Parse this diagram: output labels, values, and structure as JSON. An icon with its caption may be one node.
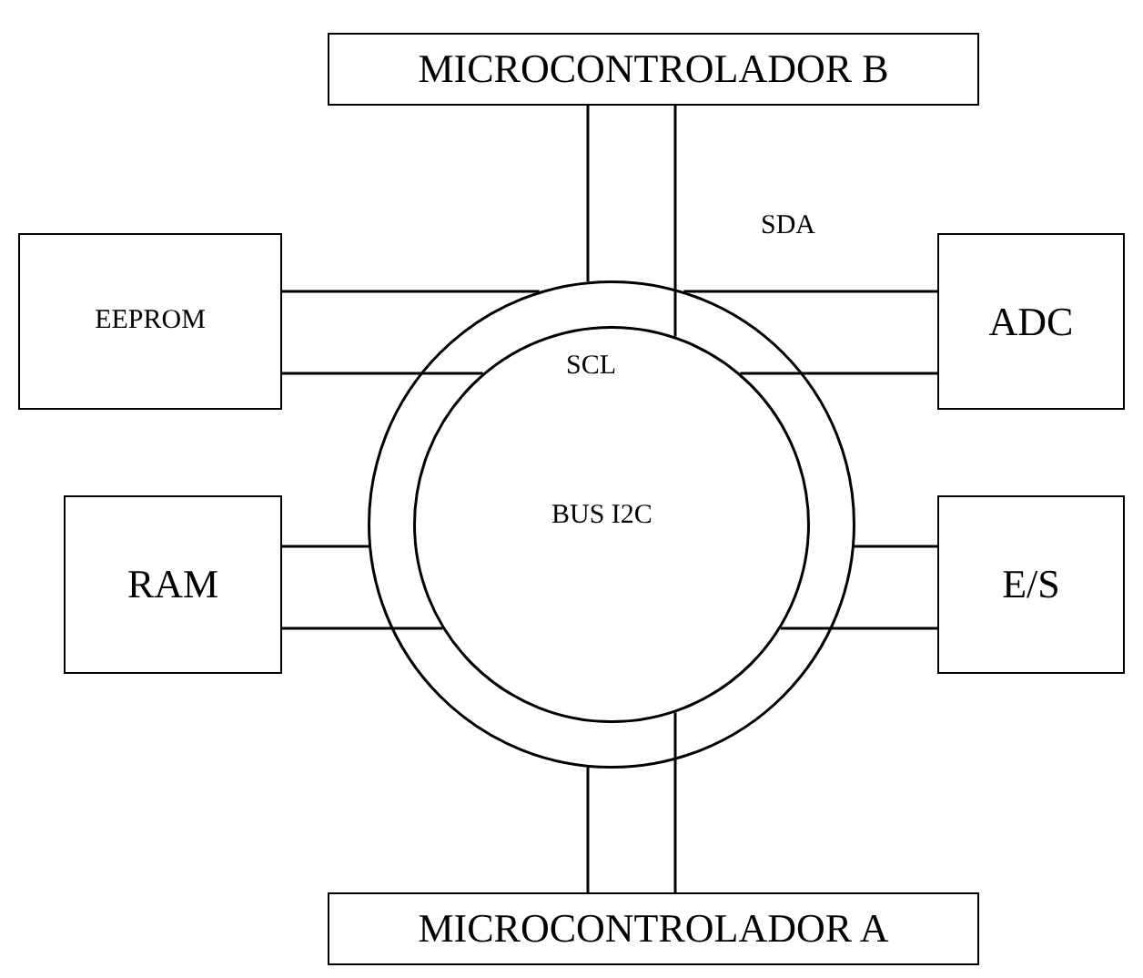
{
  "diagram": {
    "nodes": [
      {
        "text": [
          "MICROCONTROLADOR B"
        ]
      },
      {
        "text": [
          "EEPROM"
        ]
      },
      {
        "text": [],
        "shape": "circle",
        "beside": [
          "SDA"
        ]
      },
      {
        "text": [
          "SCL",
          "BUS I2C"
        ],
        "in": 2
      },
      {
        "text": [
          "ADC"
        ]
      },
      {
        "text": [
          "RAM"
        ]
      },
      {
        "text": [
          "E/S"
        ]
      },
      {
        "text": [
          "MICROCONTROLADOR A"
        ]
      }
    ],
    "edges": [
      {
        "from": 0,
        "to": 2,
        "arrow": "none"
      },
      {
        "from": 0,
        "to": 3,
        "arrow": "none"
      },
      {
        "from": 1,
        "to": 2,
        "arrow": "none"
      },
      {
        "from": 1,
        "to": 3,
        "arrow": "none"
      },
      {
        "from": 4,
        "to": 2,
        "arrow": "none"
      },
      {
        "from": 4,
        "to": 3,
        "arrow": "none"
      },
      {
        "from": 5,
        "to": 2,
        "arrow": "none"
      },
      {
        "from": 5,
        "to": 3,
        "arrow": "none"
      },
      {
        "from": 6,
        "to": 2,
        "arrow": "none"
      },
      {
        "from": 6,
        "to": 3,
        "arrow": "none"
      },
      {
        "from": 7,
        "to": 2,
        "arrow": "none"
      },
      {
        "from": 7,
        "to": 3,
        "arrow": "none"
      }
    ]
  }
}
